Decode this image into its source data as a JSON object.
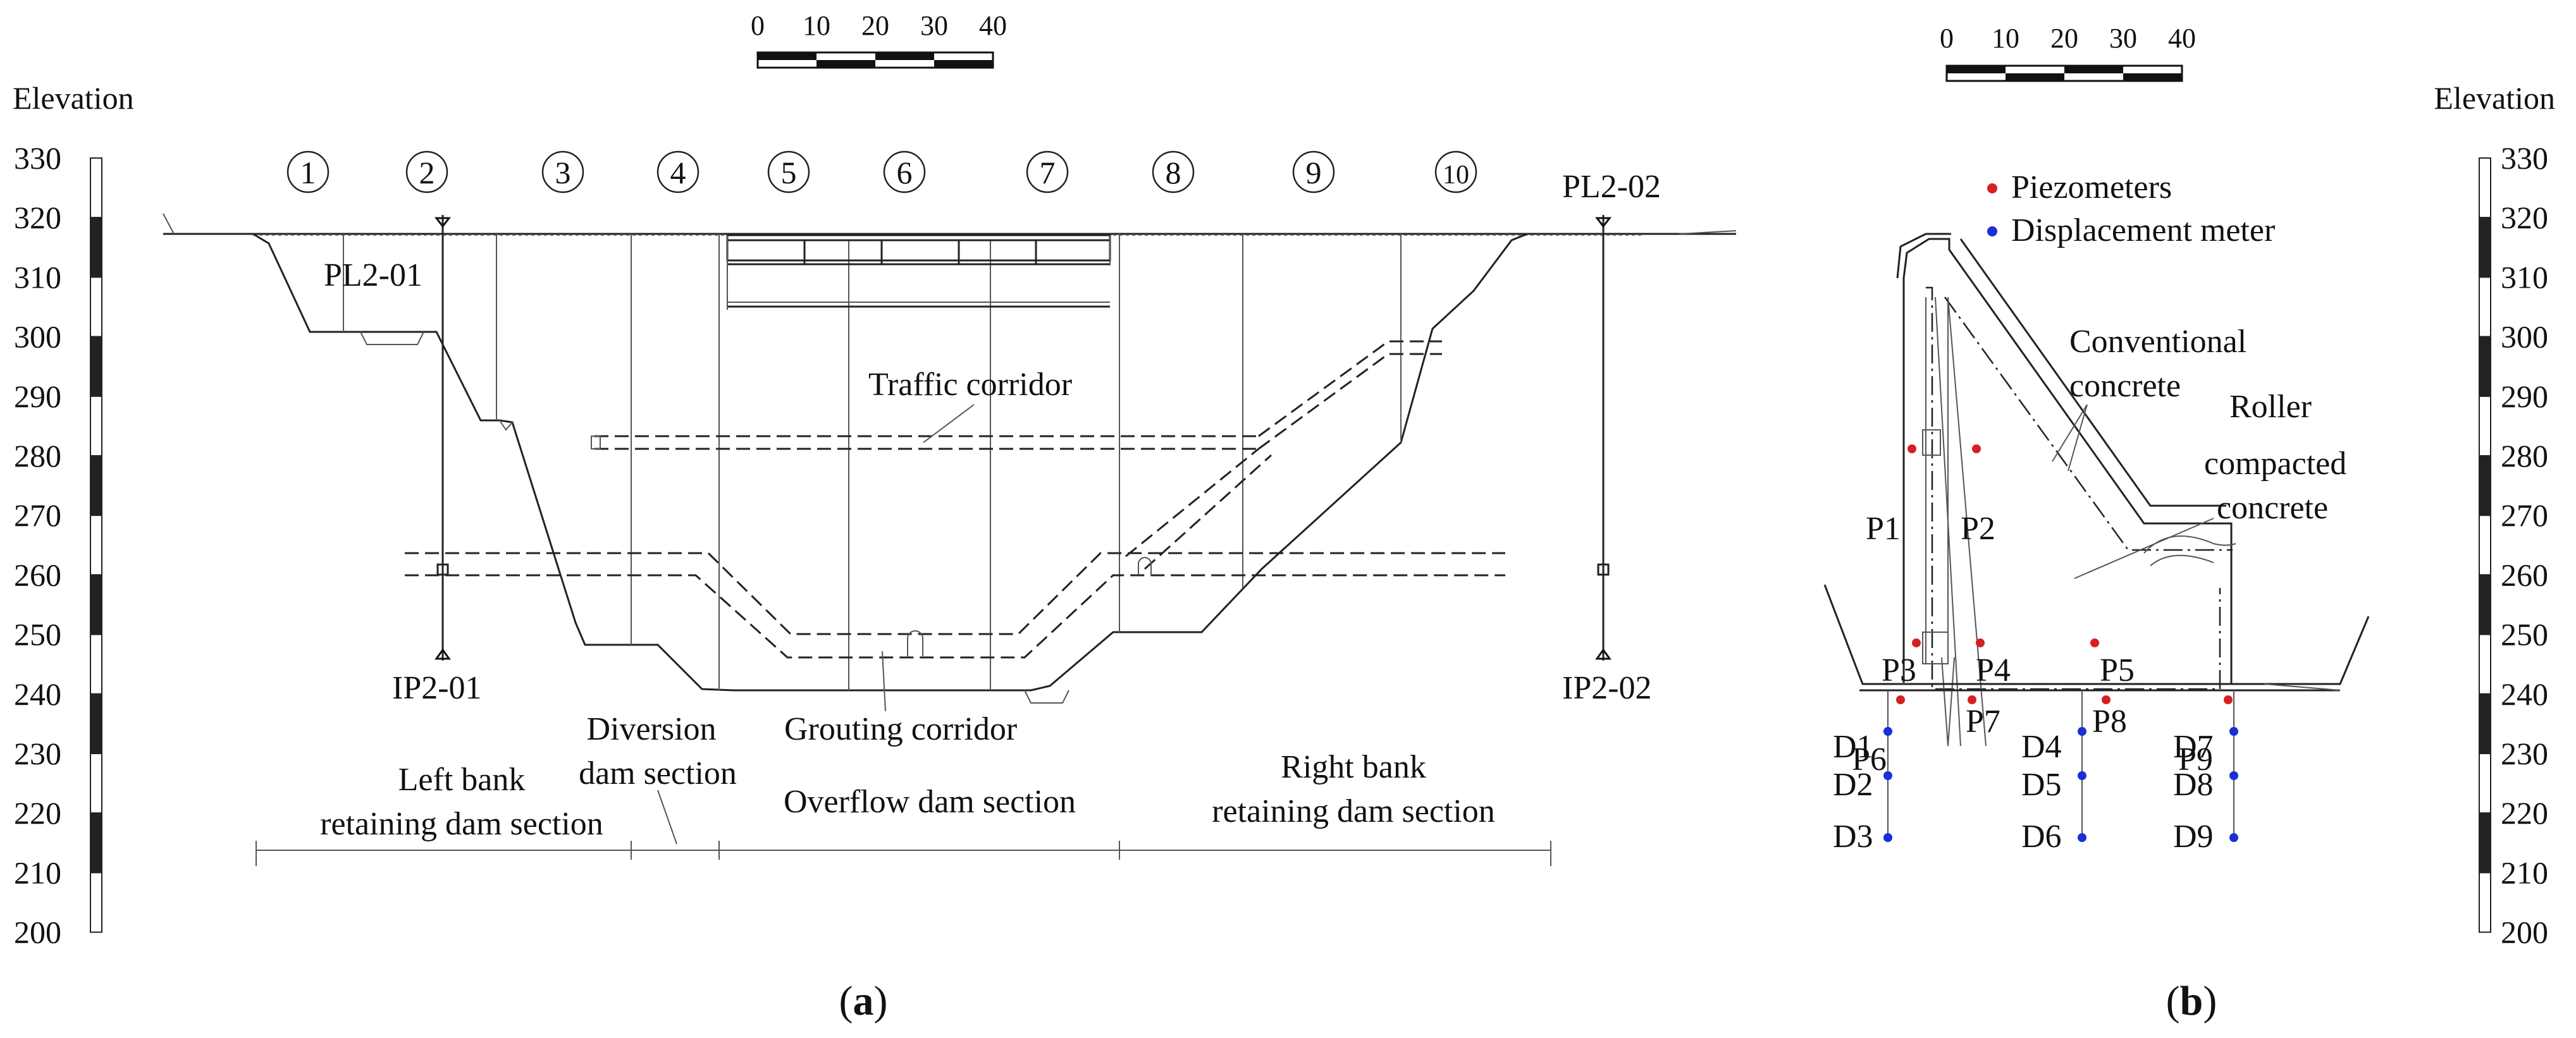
{
  "scale_bar": {
    "ticks": [
      "0",
      "10",
      "20",
      "30",
      "40"
    ]
  },
  "elevation": {
    "title": "Elevation",
    "ticks": [
      "330",
      "320",
      "310",
      "300",
      "290",
      "280",
      "270",
      "260",
      "250",
      "240",
      "230",
      "220",
      "210",
      "200"
    ]
  },
  "panel_a": {
    "label_open": "(",
    "label_letter": "a",
    "label_close": ")",
    "block_numbers": [
      "1",
      "2",
      "3",
      "4",
      "5",
      "6",
      "7",
      "8",
      "9",
      "10"
    ],
    "instruments": {
      "pl_left": "PL2-01",
      "pl_right": "PL2-02",
      "ip_left": "IP2-01",
      "ip_right": "IP2-02"
    },
    "corridors": {
      "traffic": "Traffic corridor",
      "grouting": "Grouting corridor"
    },
    "sections": {
      "left_bank_1": "Left bank",
      "left_bank_2": "retaining dam section",
      "diversion_1": "Diversion",
      "diversion_2": "dam section",
      "overflow": "Overflow dam section",
      "right_bank_1": "Right bank",
      "right_bank_2": "retaining dam section"
    }
  },
  "panel_b": {
    "label_open": "(",
    "label_letter": "b",
    "label_close": ")",
    "legend": {
      "piezometers": "Piezometers",
      "displacement": "Displacement meter"
    },
    "materials": {
      "conventional_1": "Conventional",
      "conventional_2": "concrete",
      "rcc_1": "Roller",
      "rcc_2": "compacted",
      "rcc_3": "concrete"
    },
    "piezometers": [
      "P1",
      "P2",
      "P3",
      "P4",
      "P5",
      "P6",
      "P7",
      "P8",
      "P9"
    ],
    "displacement_meters": [
      "D1",
      "D2",
      "D3",
      "D4",
      "D5",
      "D6",
      "D7",
      "D8",
      "D9"
    ],
    "colors": {
      "piezometer": "#d62020",
      "displacement": "#1a2fd6"
    }
  }
}
